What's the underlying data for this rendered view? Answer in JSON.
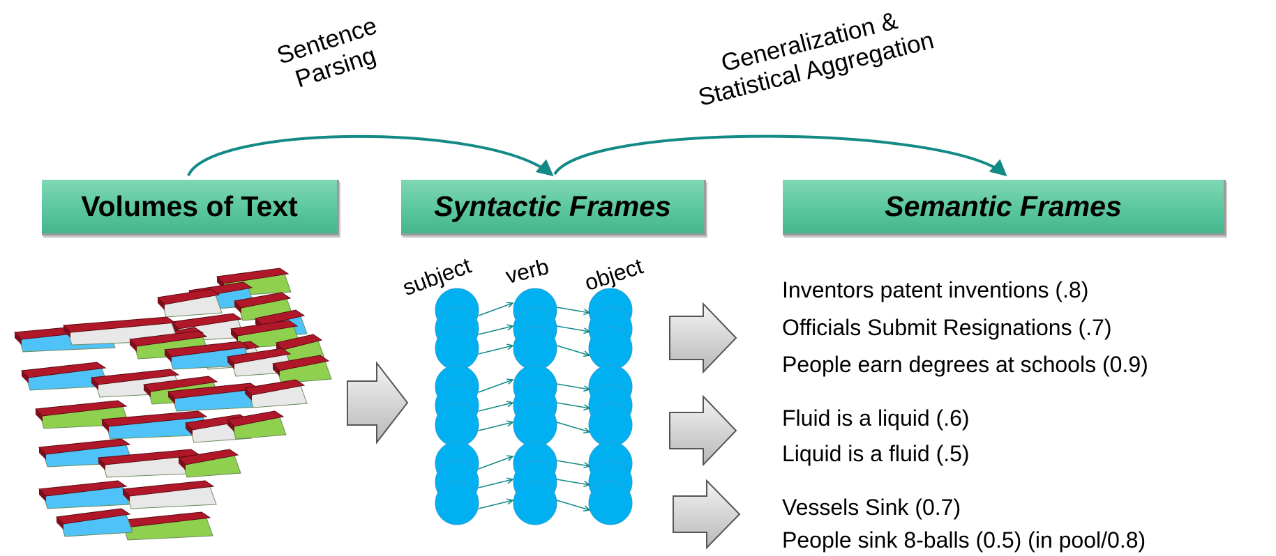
{
  "process_labels": {
    "sentence_parsing_line1": "Sentence",
    "sentence_parsing_line2": "Parsing",
    "generalization_line1": "Generalization &",
    "generalization_line2": "Statistical Aggregation"
  },
  "stages": {
    "volumes_of_text": "Volumes of Text",
    "syntactic_frames": "Syntactic Frames",
    "semantic_frames": "Semantic Frames"
  },
  "frame_labels": {
    "subject": "subject",
    "verb": "verb",
    "object": "object"
  },
  "semantic_groups": [
    [
      "Inventors patent inventions (.8)",
      "Officials Submit Resignations (.7)",
      "People earn degrees at schools (0.9)"
    ],
    [
      "Fluid is a liquid (.6)",
      "Liquid is a fluid (.5)"
    ],
    [
      "Vessels Sink (0.7)",
      "People sink 8-balls (0.5) (in pool/0.8)"
    ]
  ],
  "colors": {
    "header_green": "#5bc79f",
    "arc_teal": "#138a86",
    "node_cyan": "#00b0f0",
    "book_red": "#b0182a",
    "arrow_gray": "#c8c8c8"
  },
  "icons": [
    "book-stack-icon",
    "right-block-arrow-icon"
  ]
}
